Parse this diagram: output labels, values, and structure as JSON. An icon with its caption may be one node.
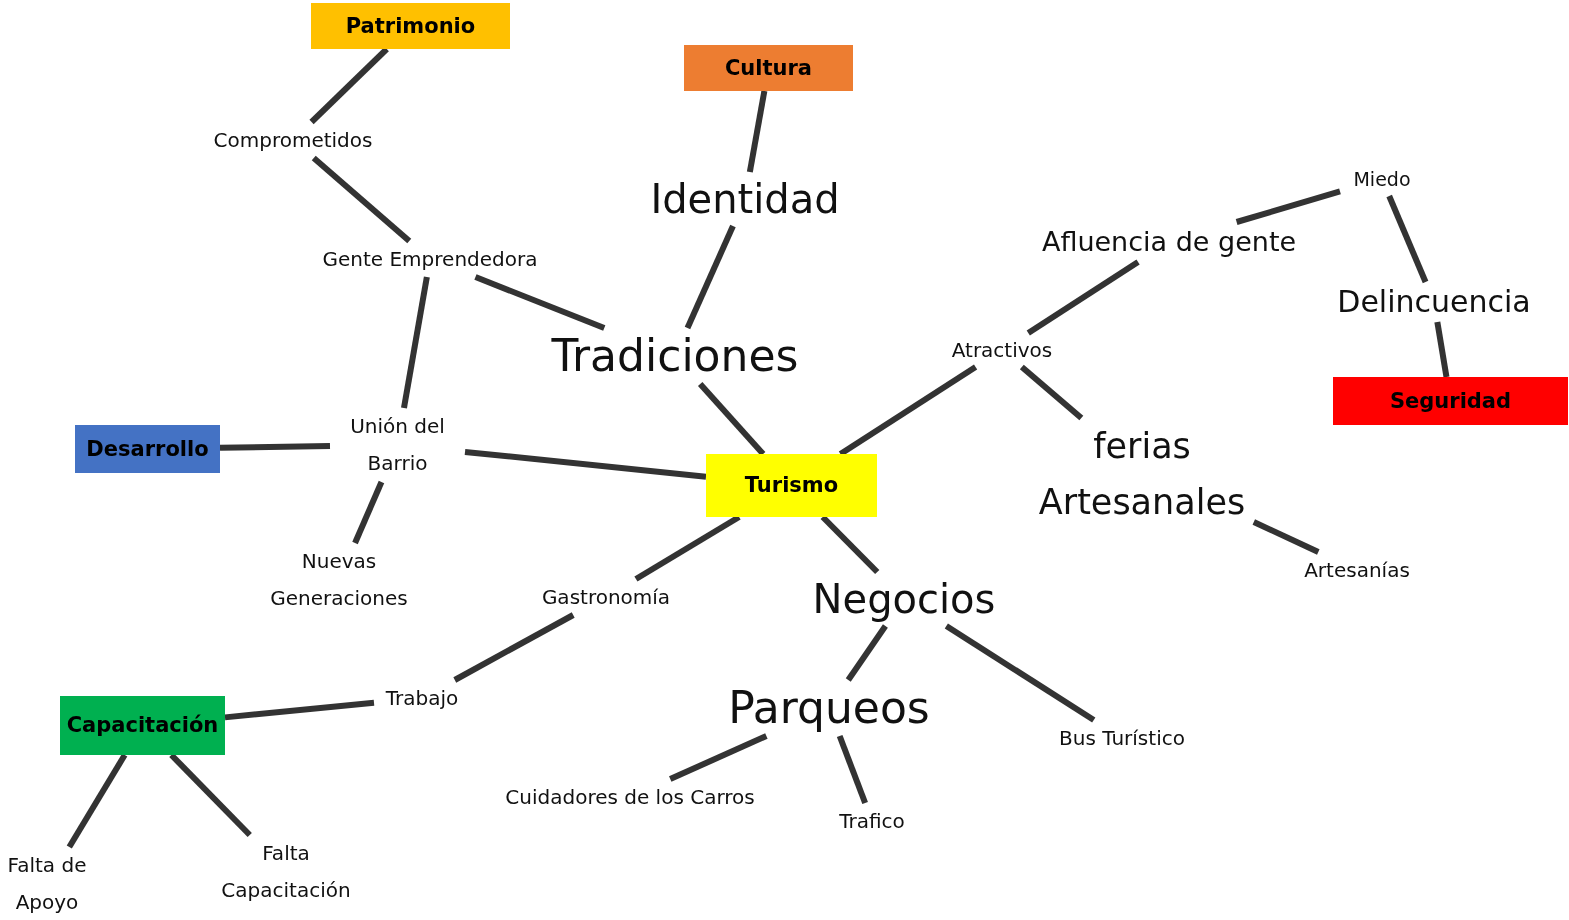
{
  "diagram": {
    "nodes": [
      {
        "text": [
          "Patrimonio"
        ]
      },
      {
        "text": [
          "Comprometidos"
        ]
      },
      {
        "text": [
          "Cultura"
        ]
      },
      {
        "text": [
          "Identidad"
        ]
      },
      {
        "text": [
          "Gente Emprendedora"
        ]
      },
      {
        "text": [
          "Miedo"
        ]
      },
      {
        "text": [
          "Afluencia de gente"
        ]
      },
      {
        "text": [
          "Delincuencia"
        ]
      },
      {
        "text": [
          "Tradiciones"
        ]
      },
      {
        "text": [
          "Atractivos"
        ]
      },
      {
        "text": [
          "Seguridad"
        ]
      },
      {
        "text": [
          "Desarrollo"
        ]
      },
      {
        "text": [
          "Unión del Barrio"
        ]
      },
      {
        "text": [
          "ferias Artesanales"
        ]
      },
      {
        "text": [
          "Turismo"
        ]
      },
      {
        "text": [
          "Nuevas Generaciones"
        ]
      },
      {
        "text": [
          "Gastronomía"
        ]
      },
      {
        "text": [
          "Negocios"
        ]
      },
      {
        "text": [
          "Artesanías"
        ]
      },
      {
        "text": [
          "Trabajo"
        ]
      },
      {
        "text": [
          "Capacitación"
        ]
      },
      {
        "text": [
          "Parqueos"
        ]
      },
      {
        "text": [
          "Bus Turístico"
        ]
      },
      {
        "text": [
          "Cuidadores de los Carros"
        ]
      },
      {
        "text": [
          "Trafico"
        ]
      },
      {
        "text": [
          "Falta de Apoyo"
        ]
      },
      {
        "text": [
          "Falta Capacitación"
        ]
      }
    ],
    "edges": [
      {
        "from": 0,
        "to": 1,
        "arrow": "none"
      },
      {
        "from": 2,
        "to": 3,
        "arrow": "none"
      },
      {
        "from": 1,
        "to": 4,
        "arrow": "none"
      },
      {
        "from": 3,
        "to": 8,
        "arrow": "none"
      },
      {
        "from": 4,
        "to": 8,
        "arrow": "none"
      },
      {
        "from": 4,
        "to": 12,
        "arrow": "none"
      },
      {
        "from": 8,
        "to": 14,
        "arrow": "none"
      },
      {
        "from": 11,
        "to": 12,
        "arrow": "none"
      },
      {
        "from": 12,
        "to": 14,
        "arrow": "none"
      },
      {
        "from": 12,
        "to": 15,
        "arrow": "none"
      },
      {
        "from": 14,
        "to": 16,
        "arrow": "none"
      },
      {
        "from": 14,
        "to": 9,
        "arrow": "none"
      },
      {
        "from": 14,
        "to": 17,
        "arrow": "none"
      },
      {
        "from": 9,
        "to": 6,
        "arrow": "none"
      },
      {
        "from": 6,
        "to": 5,
        "arrow": "none"
      },
      {
        "from": 5,
        "to": 7,
        "arrow": "none"
      },
      {
        "from": 7,
        "to": 10,
        "arrow": "none"
      },
      {
        "from": 9,
        "to": 13,
        "arrow": "none"
      },
      {
        "from": 13,
        "to": 18,
        "arrow": "none"
      },
      {
        "from": 16,
        "to": 19,
        "arrow": "none"
      },
      {
        "from": 19,
        "to": 20,
        "arrow": "none"
      },
      {
        "from": 17,
        "to": 21,
        "arrow": "none"
      },
      {
        "from": 17,
        "to": 22,
        "arrow": "none"
      },
      {
        "from": 21,
        "to": 23,
        "arrow": "none"
      },
      {
        "from": 21,
        "to": 24,
        "arrow": "none"
      },
      {
        "from": 20,
        "to": 25,
        "arrow": "none"
      },
      {
        "from": 20,
        "to": 26,
        "arrow": "none"
      }
    ]
  }
}
